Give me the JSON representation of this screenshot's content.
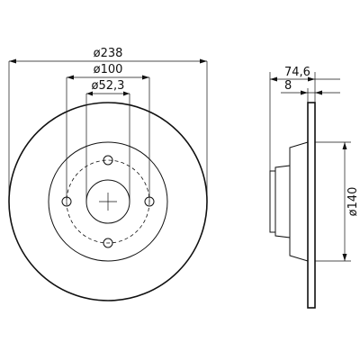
{
  "labels": {
    "outer_diameter": "ø238",
    "bolt_circle": "ø100",
    "center_bore": "ø52,3",
    "total_height": "74,6",
    "disc_thickness": "8",
    "hub_diameter": "ø140"
  },
  "colors": {
    "line": "#111111",
    "background": "#ffffff"
  }
}
